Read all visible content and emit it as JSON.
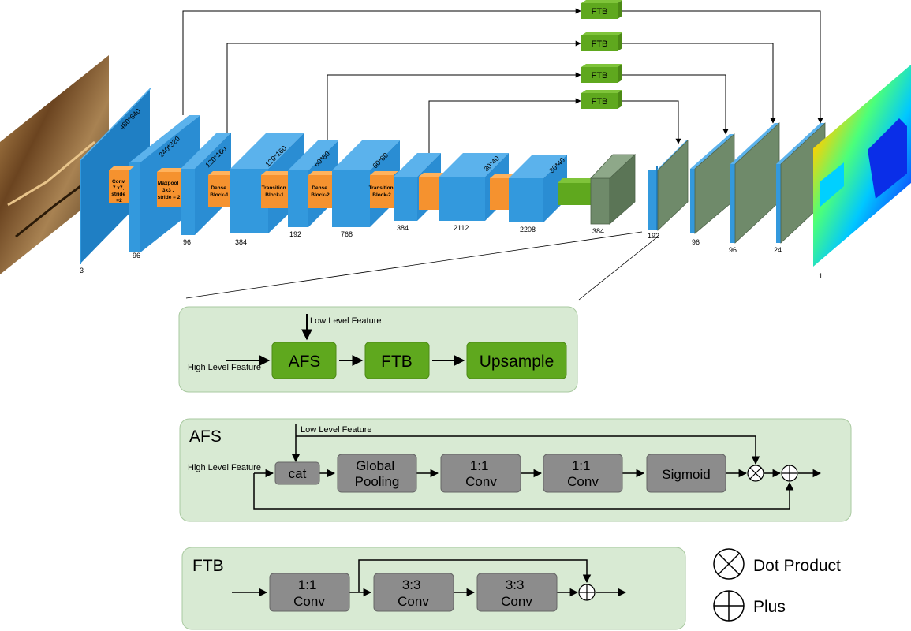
{
  "encoder": {
    "input_channels": "3",
    "input_size": "480*640",
    "stages": [
      {
        "size": "240*320",
        "label": [
          "Conv",
          "7 x7,",
          "stride",
          "=2"
        ],
        "channels": "96"
      },
      {
        "size": "240*320",
        "label": [
          "Maxpool",
          "3x3 ,",
          "stride = 2"
        ],
        "channels": "96"
      },
      {
        "size": "120*160",
        "label": [
          "Dense",
          "Block-1"
        ],
        "channels": "384"
      },
      {
        "size": "120*160",
        "label": [
          "Transition",
          "Block-1"
        ],
        "channels": "192"
      },
      {
        "size": "60*80",
        "label": [
          "Dense",
          "Block-2"
        ],
        "channels": "768"
      },
      {
        "size": "60*80",
        "label": [
          "Transition",
          "Block-2"
        ],
        "channels": "384"
      },
      {
        "size": "30*40",
        "label": [],
        "channels": "2112"
      },
      {
        "size": "30*40",
        "label": [],
        "channels": "2208"
      }
    ],
    "bottleneck_channels": "384"
  },
  "decoder": {
    "channels": [
      "192",
      "96",
      "96",
      "24"
    ],
    "output_channels": "1"
  },
  "skip_label": "FTB",
  "decoder_panel": {
    "low_level": "Low Level Feature",
    "high_level": "High Level Feature",
    "afs": "AFS",
    "ftb": "FTB",
    "upsample": "Upsample"
  },
  "afs_panel": {
    "title": "AFS",
    "low_level": "Low Level Feature",
    "high_level": "High Level Feature",
    "cat": "cat",
    "global_pooling": [
      "Global",
      "Pooling"
    ],
    "conv_a": [
      "1:1",
      "Conv"
    ],
    "conv_b": [
      "1:1",
      "Conv"
    ],
    "sigmoid": "Sigmoid"
  },
  "ftb_panel": {
    "title": "FTB",
    "conv1": [
      "1:1",
      "Conv"
    ],
    "conv2": [
      "3:3",
      "Conv"
    ],
    "conv3": [
      "3:3",
      "Conv"
    ]
  },
  "legend": {
    "dot_product": "Dot Product",
    "plus": "Plus"
  },
  "colors": {
    "blue": "#3399dd",
    "orange": "#f5922f",
    "green": "#5fa81e",
    "gray_block": "#6f8a6a",
    "panel": "#d8ead3",
    "op": "#8c8c8c"
  }
}
